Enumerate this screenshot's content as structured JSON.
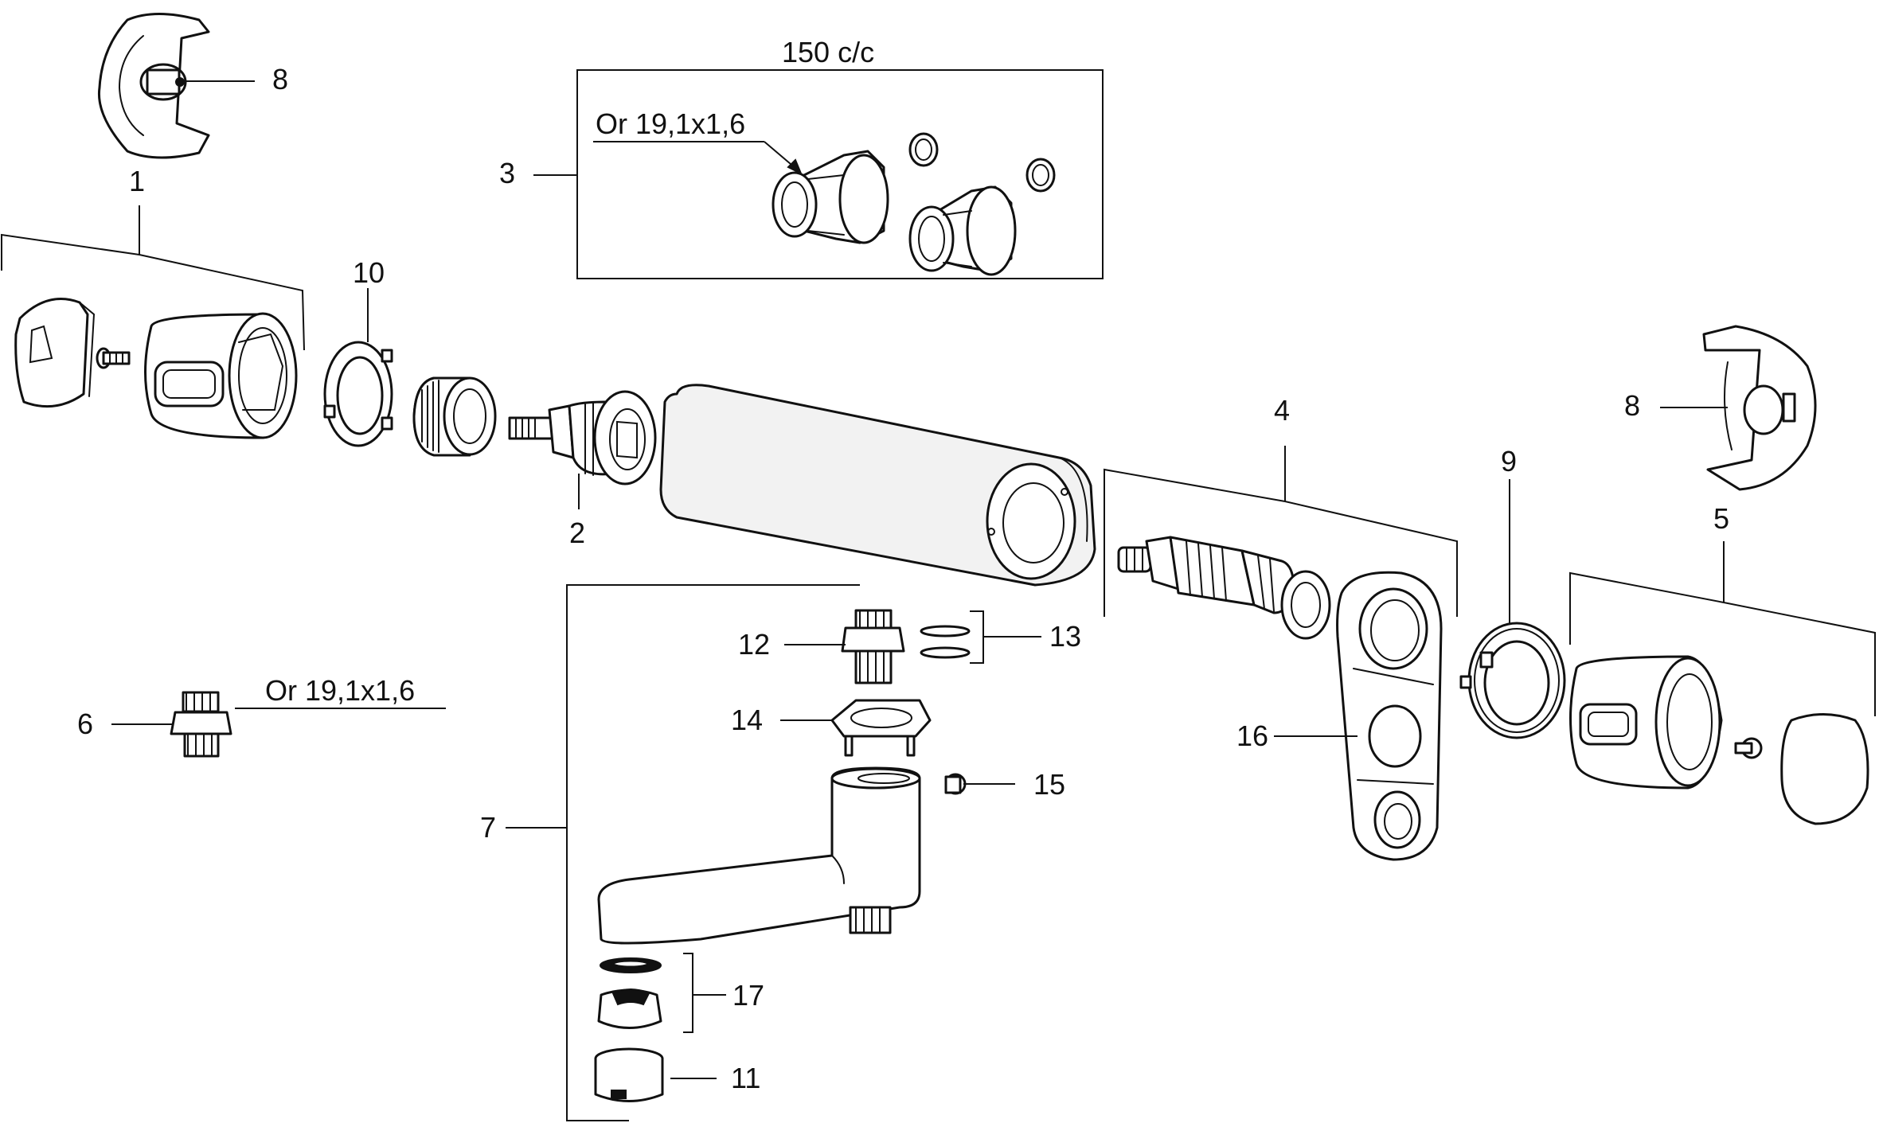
{
  "labels": {
    "part_1": "1",
    "part_2": "2",
    "part_3": "3",
    "part_4": "4",
    "part_5": "5",
    "part_6": "6",
    "part_7": "7",
    "part_8_top": "8",
    "part_8_right": "8",
    "part_9": "9",
    "part_10": "10",
    "part_11": "11",
    "part_12": "12",
    "part_13": "13",
    "part_14": "14",
    "part_15": "15",
    "part_16": "16",
    "part_17": "17",
    "center_distance": "150 c/c",
    "oring_spec_top": "Or 19,1x1,6",
    "oring_spec_left": "Or 19,1x1,6"
  }
}
